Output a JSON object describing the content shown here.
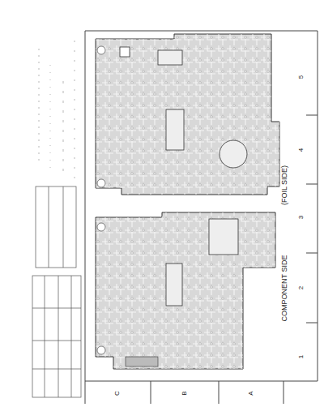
{
  "diagram": {
    "labels": [
      "COMPONENT SIDE",
      "(FOIL SIDE)",
      "1",
      "2",
      "3",
      "4",
      "5",
      "A",
      "B",
      "C"
    ]
  }
}
